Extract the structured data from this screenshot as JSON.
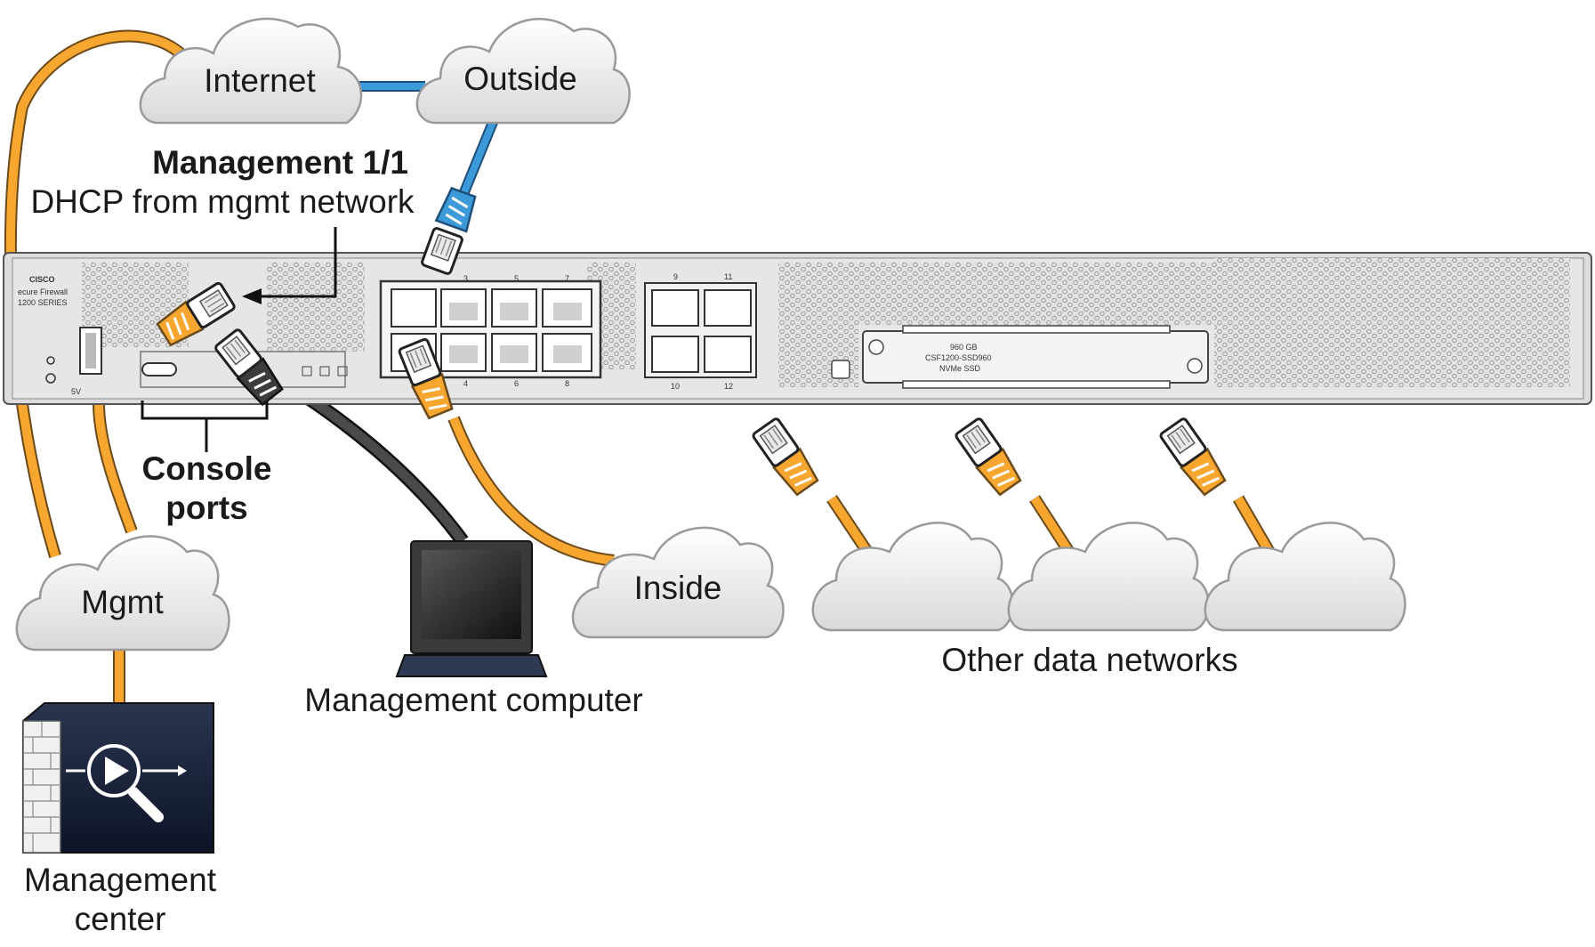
{
  "clouds": {
    "internet": "Internet",
    "outside": "Outside",
    "mgmt": "Mgmt",
    "inside": "Inside"
  },
  "labels": {
    "mgmt_port_title": "Management 1/1",
    "mgmt_port_sub": "DHCP from mgmt network",
    "console_line1": "Console",
    "console_line2": "ports",
    "mgmt_computer": "Management computer",
    "mgmt_center_line1": "Management",
    "mgmt_center_line2": "center",
    "other_networks": "Other data networks"
  },
  "device": {
    "brand": "CISCO",
    "model_line1": "ecure Firewall",
    "model_line2": "1200 SERIES",
    "usb_label": "5V",
    "ssd_line1": "960  GB",
    "ssd_line2": "CSF1200-SSD960",
    "ssd_line3": "NVMe  SSD",
    "port_numbers_top": [
      "3",
      "5",
      "7"
    ],
    "port_numbers_bottom": [
      "4",
      "6",
      "8"
    ],
    "sfp_top": [
      "9",
      "11"
    ],
    "sfp_bottom": [
      "10",
      "12"
    ]
  },
  "colors": {
    "orange_cable": "#f7a630",
    "blue_cable": "#3d9ad8",
    "dark_cable": "#3c3c3c",
    "chassis": "#e3e3e3",
    "cloud_fill": "#f2f2f2"
  },
  "icons": [
    "cloud-icon",
    "laptop-icon",
    "firewall-manager-icon",
    "rj45-connector-icon"
  ]
}
